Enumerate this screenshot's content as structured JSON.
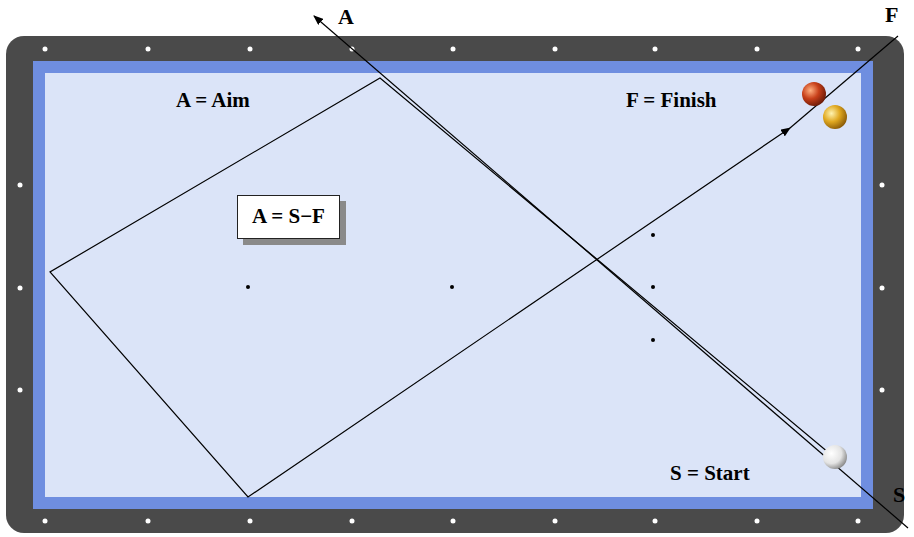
{
  "diagram": {
    "nodes": [
      {
        "text": [
          "A = S−F"
        ]
      }
    ],
    "labels": [
      "A",
      "F",
      "A = Aim",
      "F = Finish",
      "S = Start",
      "S"
    ]
  }
}
